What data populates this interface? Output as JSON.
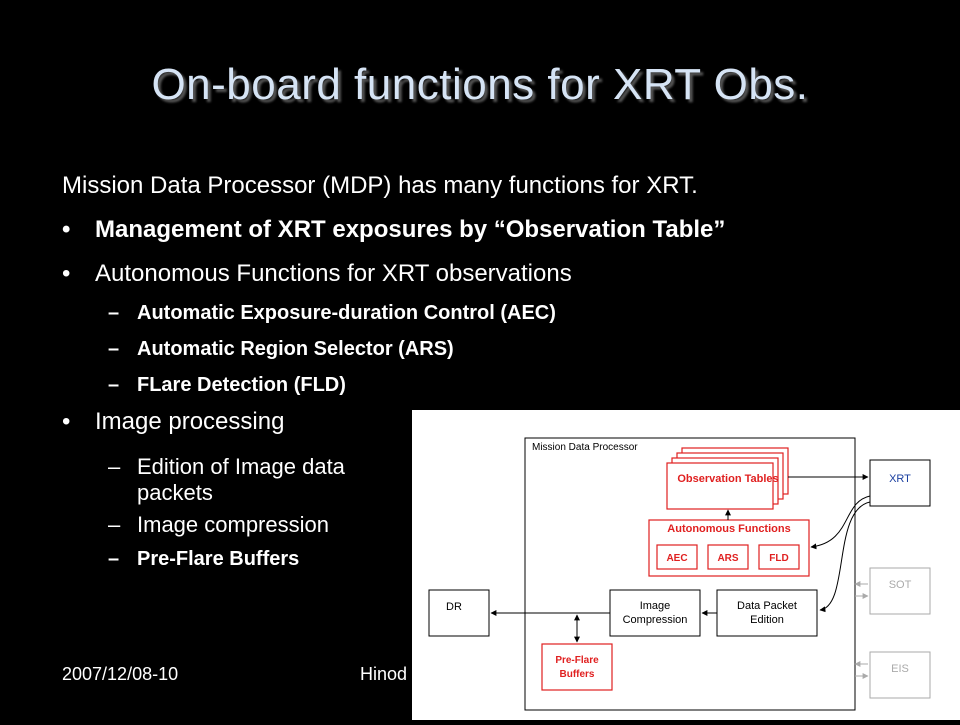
{
  "slide": {
    "title": "On-board functions for XRT Obs.",
    "intro": "Mission Data Processor (MDP) has many functions for XRT.",
    "bullets": [
      {
        "text": "Management of XRT exposures by “Observation Table”"
      },
      {
        "text": "Autonomous Functions for XRT observations",
        "subs": [
          "Automatic Exposure-duration Control (AEC)",
          "Automatic Region Selector (ARS)",
          "FLare Detection (FLD)"
        ]
      },
      {
        "text": "Image processing",
        "subs": [
          "Edition of Image data packets",
          "Image compression",
          "Pre-Flare Buffers"
        ]
      }
    ],
    "bullet_char": "•",
    "dash_char": "–",
    "footer_date": "2007/12/08-10",
    "footer_partial": "Hinod"
  },
  "diagram": {
    "mdp_label": "Mission Data Processor",
    "observation_tables": "Observation Tables",
    "autonomous_functions": "Autonomous Functions",
    "aec": "AEC",
    "ars": "ARS",
    "fld": "FLD",
    "xrt": "XRT",
    "sot": "SOT",
    "eis": "EIS",
    "dr": "DR",
    "image_compression_1": "Image",
    "image_compression_2": "Compression",
    "data_packet_1": "Data Packet",
    "data_packet_2": "Edition",
    "pre_flare_1": "Pre-Flare",
    "pre_flare_2": "Buffers",
    "colors": {
      "red": "#e02020",
      "blue": "#1a3fa0",
      "gray": "#aaaaaa"
    }
  }
}
